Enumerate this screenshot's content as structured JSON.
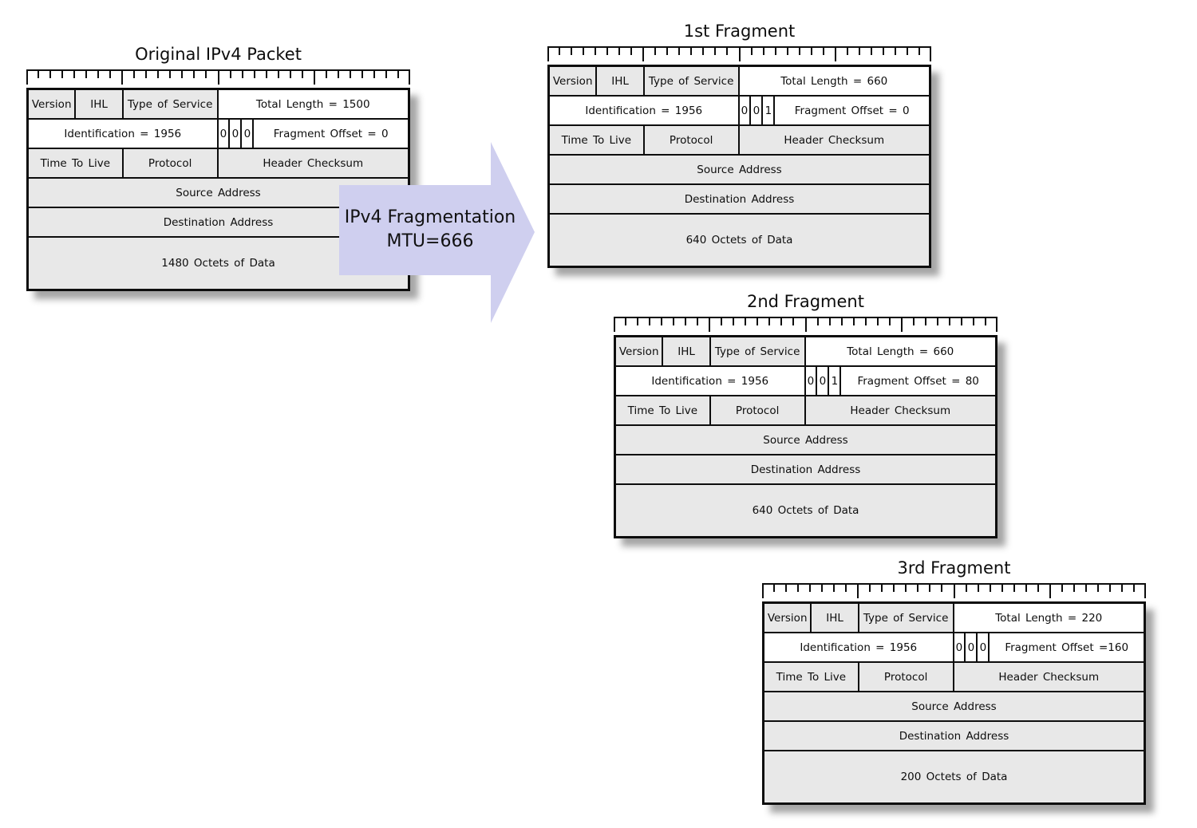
{
  "colors": {
    "shaded_cell": "#e8e8e8",
    "plain_cell": "#ffffff",
    "line": "#0d0d0d",
    "arrow_fill": "#cfcfef"
  },
  "arrow": {
    "label_line1": "IPv4 Fragmentation",
    "label_line2": "MTU=666"
  },
  "packets": [
    {
      "title": "Original IPv4 Packet",
      "fields": {
        "version": "Version",
        "ihl": "IHL",
        "type_of_service": "Type of Service",
        "total_length": "Total Length = 1500",
        "identification": "Identification = 1956",
        "flags": [
          "0",
          "0",
          "0"
        ],
        "fragment_offset": "Fragment Offset = 0",
        "time_to_live": "Time To Live",
        "protocol": "Protocol",
        "header_checksum": "Header Checksum",
        "source_address": "Source Address",
        "destination_address": "Destination Address",
        "data": "1480 Octets of Data"
      }
    },
    {
      "title": "1st Fragment",
      "fields": {
        "version": "Version",
        "ihl": "IHL",
        "type_of_service": "Type of Service",
        "total_length": "Total Length = 660",
        "identification": "Identification = 1956",
        "flags": [
          "0",
          "0",
          "1"
        ],
        "fragment_offset": "Fragment Offset = 0",
        "time_to_live": "Time To Live",
        "protocol": "Protocol",
        "header_checksum": "Header Checksum",
        "source_address": "Source Address",
        "destination_address": "Destination Address",
        "data": "640 Octets of Data"
      }
    },
    {
      "title": "2nd Fragment",
      "fields": {
        "version": "Version",
        "ihl": "IHL",
        "type_of_service": "Type of Service",
        "total_length": "Total Length = 660",
        "identification": "Identification = 1956",
        "flags": [
          "0",
          "0",
          "1"
        ],
        "fragment_offset": "Fragment Offset = 80",
        "time_to_live": "Time To Live",
        "protocol": "Protocol",
        "header_checksum": "Header Checksum",
        "source_address": "Source Address",
        "destination_address": "Destination Address",
        "data": "640 Octets of Data"
      }
    },
    {
      "title": "3rd Fragment",
      "fields": {
        "version": "Version",
        "ihl": "IHL",
        "type_of_service": "Type of Service",
        "total_length": "Total Length = 220",
        "identification": "Identification = 1956",
        "flags": [
          "0",
          "0",
          "0"
        ],
        "fragment_offset": "Fragment Offset =160",
        "time_to_live": "Time To Live",
        "protocol": "Protocol",
        "header_checksum": "Header Checksum",
        "source_address": "Source Address",
        "destination_address": "Destination Address",
        "data": "200 Octets of Data"
      }
    }
  ]
}
